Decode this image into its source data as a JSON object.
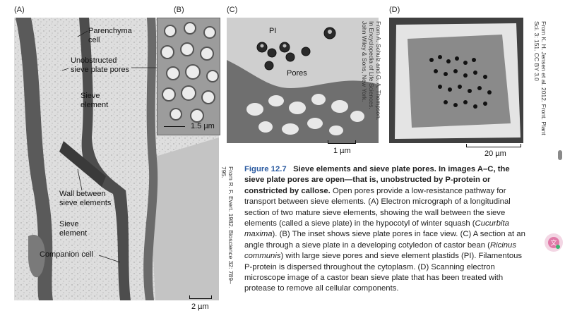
{
  "panels": {
    "a": {
      "label": "(A)",
      "labels": {
        "parenchyma": "Parenchyma\ncell",
        "pores": "Unobstructed\nsieve plate pores",
        "sieve1": "Sieve\nelement",
        "wall": "Wall between\nsieve elements",
        "sieve2": "Sieve\nelement",
        "companion": "Companion cell"
      },
      "scale": "2 µm",
      "credit": "From R. F. Evert. 1982. Bioscience 32: 789–795."
    },
    "b": {
      "label": "(B)",
      "scale": "1.5 µm"
    },
    "c": {
      "label": "(C)",
      "labels": {
        "pi": "PI",
        "pores": "Pores"
      },
      "scale": "1 µm",
      "credit": "From A. Schulz and G. A. Thompson.\nIn Encyclopedia of Life Sciences.\nJohn Wiley & Sons, New York."
    },
    "d": {
      "label": "(D)",
      "scale": "20 µm",
      "credit": "From K. H. Jensen et al. 2012. Front. Plant\nSci. 3: 151. CC BY 3.0"
    }
  },
  "caption": {
    "fig": "Figure 12.7",
    "title": "Sieve elements and sieve plate pores. In images A–C, the sieve plate pores are open—that is, unobstructed by P-protein or constricted by callose.",
    "t1": "Open pores provide a low-resistance pathway for transport between sieve elements. (A) Electron micrograph of a longitudinal section of two mature sieve elements, showing the wall between the sieve elements (called a sieve plate) in the hypocotyl of winter squash (",
    "i1": "Cucurbita maxima",
    "t2": "). (B) The inset shows sieve plate pores in face view. (C) A section at an angle through a sieve plate in a developing cotyledon of castor bean (",
    "i2": "Ricinus communis",
    "t3": ") with large sieve pores and sieve element plastids (PI). Filamentous P-protein is dispersed throughout the cytoplasm. (D) Scanning electron microscope image of a castor bean sieve plate that has been treated with protease to remove all cellular components."
  }
}
